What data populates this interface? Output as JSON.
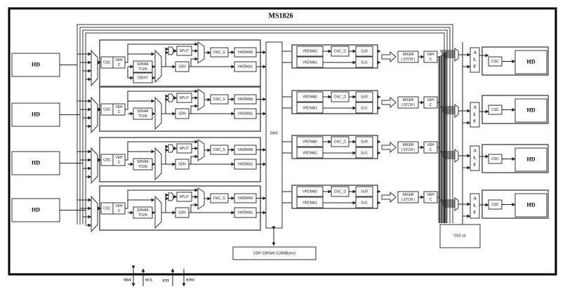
{
  "chip": {
    "title": "MS1826",
    "dmc_label": "DMC",
    "ddr_label": "DDR SDRAM (128MBytes)",
    "osd_label": "OSD x4"
  },
  "inputs": [
    {
      "label": "HD"
    },
    {
      "label": "HD"
    },
    {
      "label": "HD"
    },
    {
      "label": "HD"
    }
  ],
  "input_channel": {
    "csc": "CSC",
    "vehc_line1": "VEH",
    "vehc_line2": "C",
    "sdn4k_line1": "SDN4K",
    "sdn4k_line2": "TO2K",
    "deint": "DEINT",
    "split": "SPLIT",
    "sdn": "SDN",
    "dsc_s": "DSC_S",
    "vwdma0": "VWDMA0",
    "vwdma1": "VWDMA1"
  },
  "output_channel": {
    "vrdma0": "VRDMA0",
    "vrdma1": "VRDMA1",
    "dsc_d": "DSC_D",
    "su0": "SU0",
    "su1": "SU1",
    "mixer_line1": "MIXER",
    "mixer_line2": "( STCH )",
    "vehc_line1": "VEH",
    "vehc_line2": "C",
    "alf": [
      "A",
      "L",
      "F"
    ],
    "csc": "CSC"
  },
  "outputs": [
    {
      "label": "HD"
    },
    {
      "label": "HD"
    },
    {
      "label": "HD"
    },
    {
      "label": "HD"
    }
  ],
  "pins": [
    "SDA",
    "SCL",
    "XTI",
    "XTO"
  ]
}
